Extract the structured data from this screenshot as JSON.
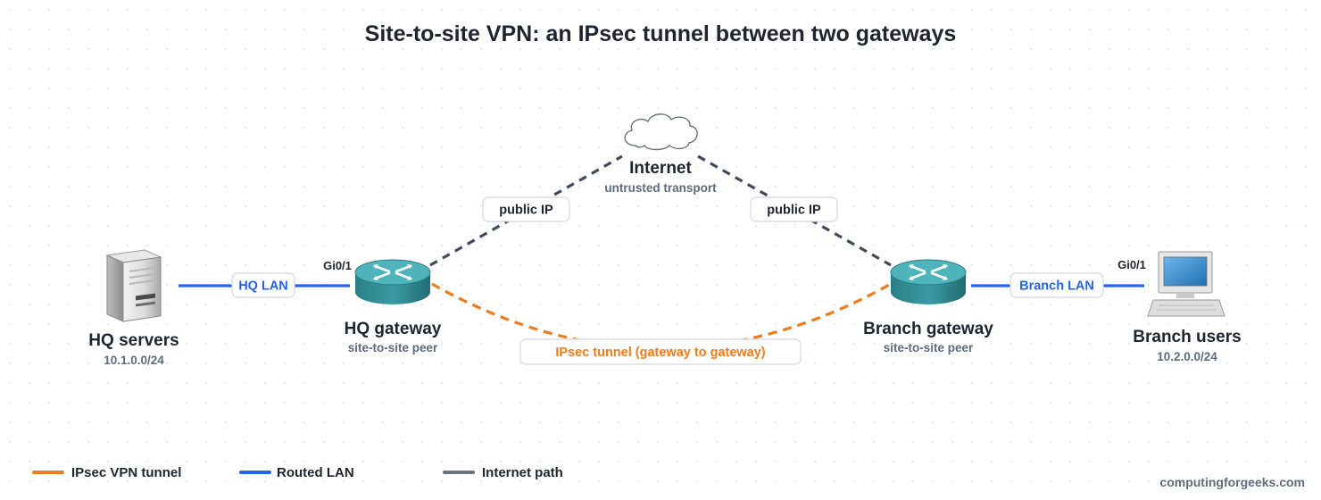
{
  "title": "Site-to-site VPN: an IPsec tunnel between two gateways",
  "colors": {
    "tunnel": "#f07b1c",
    "lan": "#2563eb",
    "internet": "#404a5c",
    "router": "#2e8b93"
  },
  "nodes": {
    "hq_servers": {
      "name": "HQ servers",
      "subnet": "10.1.0.0/24",
      "icon": "server-icon"
    },
    "hq_gateway": {
      "name": "HQ gateway",
      "role": "site-to-site peer",
      "icon": "router-icon"
    },
    "internet": {
      "name": "Internet",
      "role": "untrusted transport",
      "icon": "cloud-icon"
    },
    "branch_gateway": {
      "name": "Branch gateway",
      "role": "site-to-site peer",
      "icon": "router-icon"
    },
    "branch_users": {
      "name": "Branch users",
      "subnet": "10.2.0.0/24",
      "icon": "workstation-icon"
    }
  },
  "links": {
    "hq_lan": {
      "label": "HQ LAN",
      "port": "Gi0/1"
    },
    "branch_lan": {
      "label": "Branch LAN",
      "port": "Gi0/1"
    },
    "hq_internet": {
      "label": "public IP"
    },
    "branch_internet": {
      "label": "public IP"
    },
    "tunnel": {
      "label": "IPsec tunnel (gateway to gateway)"
    }
  },
  "legend": [
    {
      "label": "IPsec VPN tunnel"
    },
    {
      "label": "Routed LAN"
    },
    {
      "label": "Internet path"
    }
  ],
  "credit": "computingforgeeks.com"
}
